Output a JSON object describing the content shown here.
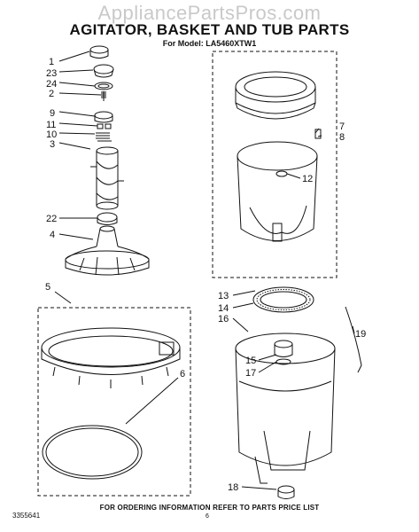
{
  "watermark": "AppliancePartsPros.com",
  "title": "AGITATOR, BASKET AND TUB PARTS",
  "model_line": "For Model: LA5460XTW1",
  "footer": "FOR ORDERING INFORMATION REFER TO PARTS PRICE LIST",
  "doc_number": "3355641",
  "page_number": "6",
  "callouts": {
    "c1": "1",
    "c23": "23",
    "c24": "24",
    "c2": "2",
    "c9": "9",
    "c11": "11",
    "c10": "10",
    "c3": "3",
    "c22": "22",
    "c4": "4",
    "c5": "5",
    "c6": "6",
    "c7": "7",
    "c8": "8",
    "c12": "12",
    "c13": "13",
    "c14": "14",
    "c16": "16",
    "c15": "15",
    "c17": "17",
    "c18": "18",
    "c19": "19"
  }
}
